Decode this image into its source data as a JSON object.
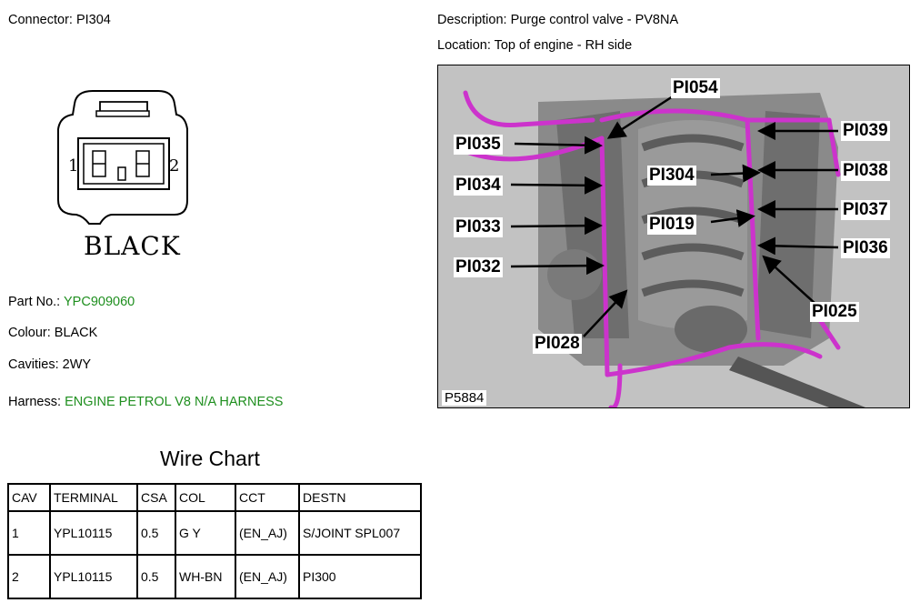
{
  "header": {
    "connector_label": "Connector: PI304",
    "description_label": "Description: Purge control valve - PV8NA",
    "location_label": "Location: Top of engine - RH side"
  },
  "connector": {
    "pin_left": "1",
    "pin_right": "2",
    "colour_text": "BLACK"
  },
  "details": {
    "part_no_label": "Part No.:",
    "part_no_value": "YPC909060",
    "colour_label": "Colour: BLACK",
    "cavities_label": "Cavities: 2WY",
    "harness_label": "Harness:",
    "harness_value": "ENGINE PETROL V8 N/A HARNESS",
    "link_color": "#1f8f1f"
  },
  "photo": {
    "reference": "P5884",
    "harness_color": "#cc33cc",
    "callouts": [
      "PI054",
      "PI035",
      "PI039",
      "PI034",
      "PI304",
      "PI038",
      "PI033",
      "PI019",
      "PI037",
      "PI032",
      "PI036",
      "PI025",
      "PI028"
    ]
  },
  "wire_chart": {
    "title": "Wire Chart",
    "headers": [
      "CAV",
      "TERMINAL",
      "CSA",
      "COL",
      "CCT",
      "DESTN"
    ],
    "rows": [
      [
        "1",
        "YPL10115",
        "0.5",
        "G Y",
        "(EN_AJ)",
        "S/JOINT SPL007"
      ],
      [
        "2",
        "YPL10115",
        "0.5",
        "WH-BN",
        "(EN_AJ)",
        "PI300"
      ]
    ]
  }
}
